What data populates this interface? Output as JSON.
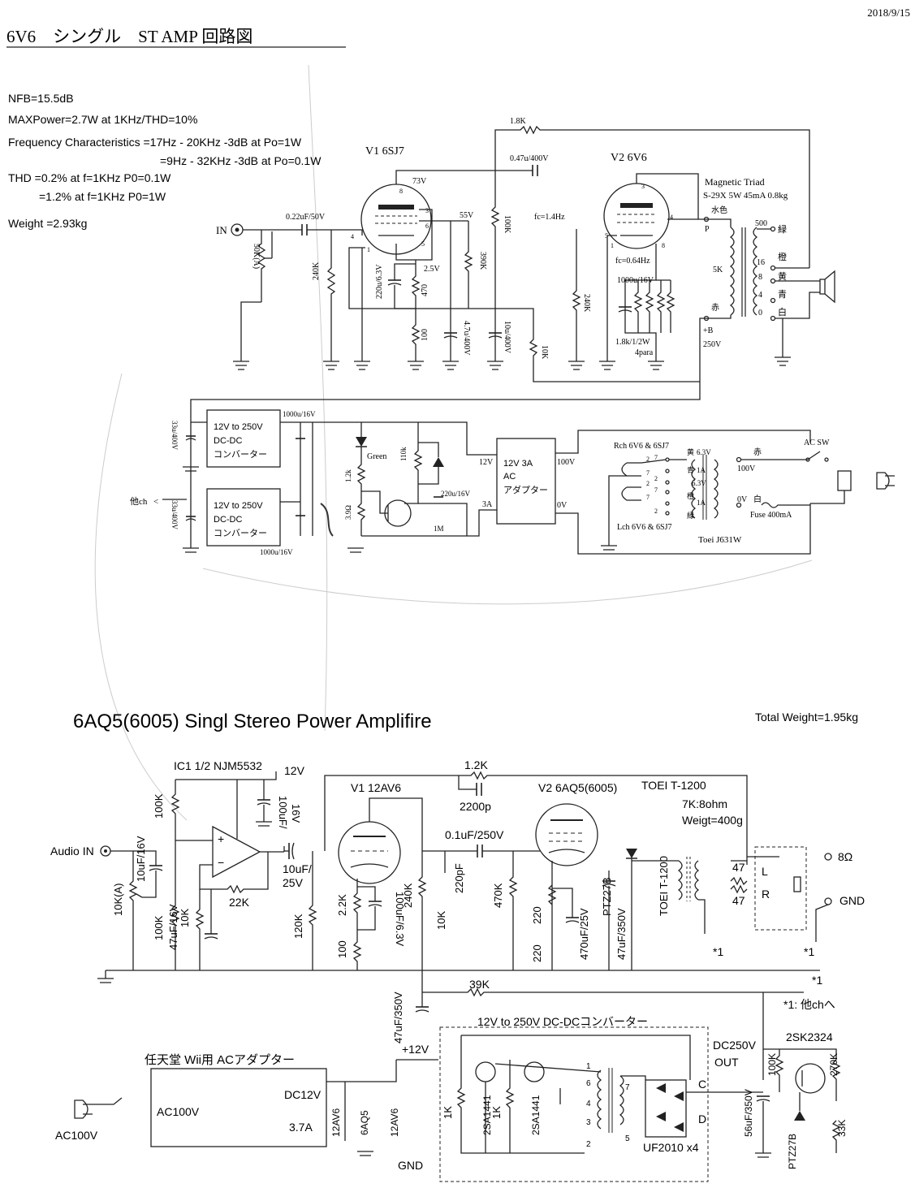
{
  "date": "2018/9/15",
  "top": {
    "title": "6V6　シングル　ST AMP 回路図",
    "specs": [
      "NFB=15.5dB",
      "MAXPower=2.7W at 1KHz/THD=10%",
      "Frequency Characteristics =17Hz - 20KHz -3dB at Po=1W",
      "=9Hz - 32KHz -3dB at Po=0.1W",
      "THD =0.2% at f=1KHz P0=0.1W",
      "=1.2% at f=1KHz P0=1W",
      "Weight =2.93kg"
    ],
    "labels": {
      "in": "IN",
      "vol": "50K(A)",
      "cin": "0.22uF/50V",
      "r240k_in": "240K",
      "v1": "V1 6SJ7",
      "v1_73v": "73V",
      "v1_55v": "55V",
      "v1_2_5v": "2.5V",
      "cap220": "220u/6.3V",
      "r470": "470",
      "r100": "100",
      "r390k": "390K",
      "c4_7u": "4.7u/400V",
      "r100k": "100K",
      "c10u": "10u/400V",
      "r10k": "10K",
      "nfb": "1.8K",
      "cc": "0.47u/400V",
      "fc14": "fc=1.4Hz",
      "fc064": "fc=0.64Hz",
      "r240k_g": "240K",
      "v2": "V2 6V6",
      "ck": "1000u/16V",
      "rk": "1.8k/1/2W",
      "rk2": "4para",
      "ot1": "Magnetic Triad",
      "ot2": "S-29X 5W 45mA 0.8kg",
      "mizu": "水色",
      "p": "P",
      "k5": "5K",
      "aka": "赤",
      "b": "+B",
      "v250": "250V",
      "t500": "500",
      "t16": "16",
      "t8": "8",
      "t4": "4",
      "t0": "0",
      "midori": "緑",
      "daidai": "橙",
      "ki": "黄",
      "ao": "青",
      "shiro": "白",
      "pin8": "8",
      "pin4": "4",
      "pin1": "1",
      "pin3": "3",
      "pin6": "6",
      "pin5": "5",
      "pin3b": "3",
      "pin4b": "4",
      "pin5b": "5",
      "pin1b": "1",
      "pin8b": "8"
    },
    "power": {
      "c33a": "33u/400V",
      "c33b": "33u/400V",
      "dc1a": "12V to 250V",
      "dc1b": "DC-DC",
      "dc1c": "コンバーター",
      "dc2a": "12V to 250V",
      "dc2b": "DC-DC",
      "dc2c": "コンバーター",
      "c1000a": "1000u/16V",
      "c1000b": "1000u/16V",
      "tach": "他ch",
      "green": "Green",
      "r12k": "1.2k",
      "r39": "3.9Ω",
      "r110k": "110k",
      "c220": "220u/16V",
      "r1m": "1M",
      "v12": "12V",
      "a3": "3A",
      "ada1": "12V 3A",
      "ada2": "AC",
      "ada3": "アダプター",
      "v100": "100V",
      "v0": "0V",
      "rch": "Rch 6V6 & 6SJ7",
      "lch": "Lch 6V6 & 6SJ7",
      "ki": "黄",
      "ao": "青",
      "daidai": "橙",
      "midori": "緑",
      "v63a": "6.3V",
      "v63b": "6.3V",
      "a1a": "1A",
      "a1b": "1A",
      "aka": "赤",
      "t100v": "100V",
      "t0v": "0V",
      "shiro": "白",
      "fuse": "Fuse 400mA",
      "acsw": "AC SW",
      "trans": "Toei J631W",
      "h2": "2",
      "h7": "7",
      "h2b": "2",
      "h7b": "7",
      "h7c": "7",
      "h2c": "2",
      "h7d": "7",
      "h2d": "2"
    }
  },
  "bottom": {
    "title": "6AQ5(6005) Singl Stereo Power Amplifire",
    "weight": "Total Weight=1.95kg",
    "labels": {
      "ic1": "IC1 1/2 NJM5532",
      "v12": "12V",
      "c100u": "100uF/",
      "c100u2": "16V",
      "r100ka": "100K",
      "audio": "Audio IN",
      "c10u16": "10uF/16V",
      "vol": "10K(A)",
      "r100kb": "100K",
      "r10k": "10K",
      "c47u16": "47uF/16V",
      "r22k": "22K",
      "c10u25a": "10uF/",
      "c10u25b": "25V",
      "r120k": "120K",
      "v1": "V1 12AV6",
      "r22ka": "2.2K",
      "r100": "100",
      "c100u63": "100uF/6.3V",
      "r240k": "240K",
      "r10kb": "10K",
      "c220p": "220pF",
      "nfr": "1.2K",
      "nfc": "2200p",
      "cc": "0.1uF/250V",
      "r470k": "470K",
      "v2": "V2 6AQ5(6005)",
      "r220a": "220",
      "r220b": "220",
      "c470u": "470uF/25V",
      "c47u350": "47uF/350V",
      "ptz": "PTZ27B",
      "toei": "TOEI T-1200",
      "toeiv": "TOEI T-1200",
      "ohm": "7K:8ohm",
      "weigt": "Weigt=400g",
      "r47a": "47",
      "r47b": "47",
      "l": "L",
      "r": "R",
      "o8": "8Ω",
      "gnd": "GND",
      "s1a": "*1",
      "s1b": "*1",
      "s1c": "*1",
      "s1note": "*1: 他chへ",
      "r39k": "39K",
      "c47u350b": "47uF/350V",
      "p12": "+12V",
      "dcdc": "12V to 250V DC-DCコンバーター",
      "r1ka": "1K",
      "q1": "2SA1441",
      "r1kb": "1K",
      "q2": "2SA1441",
      "t1": "1",
      "t6": "6",
      "t4": "4",
      "t3": "3",
      "t2": "2",
      "t7": "7",
      "t5": "5",
      "uf": "UF2010 x4",
      "c": "C",
      "d": "D",
      "dc250": "DC250V",
      "out": "OUT",
      "c56u": "56uF/350V",
      "fet": "2SK2324",
      "r100kc": "100K",
      "r270k": "270K",
      "ptz2": "PTZ27B",
      "r33k": "33K",
      "wii": "任天堂 Wii用 ACアダプター",
      "ac100a": "AC100V",
      "ac100b": "AC100V",
      "dc12": "DC12V",
      "a37": "3.7A",
      "h1": "12AV6",
      "h2": "6AQ5",
      "h3": "12AV6",
      "gndb": "GND"
    }
  }
}
